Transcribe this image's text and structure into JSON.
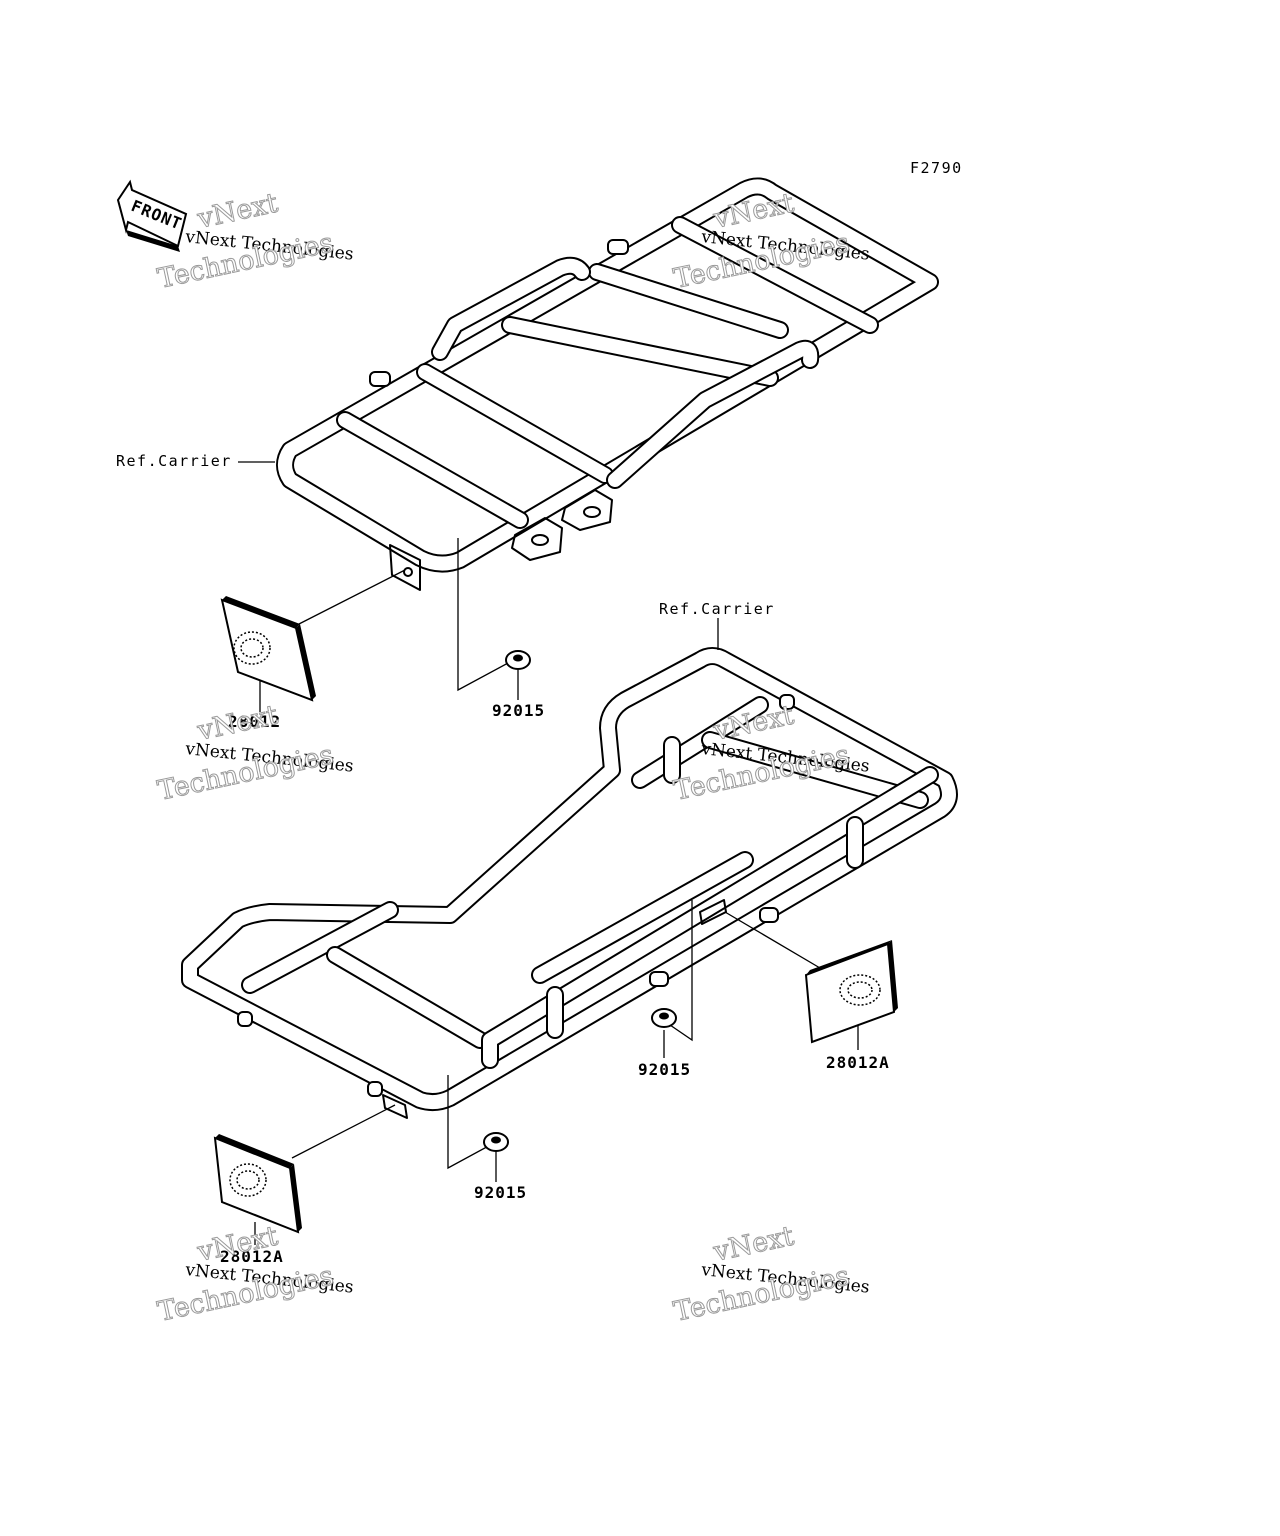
{
  "figure_code": "F2790",
  "front_label": "FRONT",
  "callouts": {
    "ref_carrier_top": "Ref.Carrier",
    "ref_carrier_bottom": "Ref.Carrier",
    "part_28012": "28012",
    "part_92015_top": "92015",
    "part_92015_mid": "92015",
    "part_92015_bottom": "92015",
    "part_28012A_right": "28012A",
    "part_28012A_bottom": "28012A"
  },
  "watermark": {
    "line1": "vNext",
    "line2": "vNext Technologies",
    "line3": "Technologies"
  }
}
